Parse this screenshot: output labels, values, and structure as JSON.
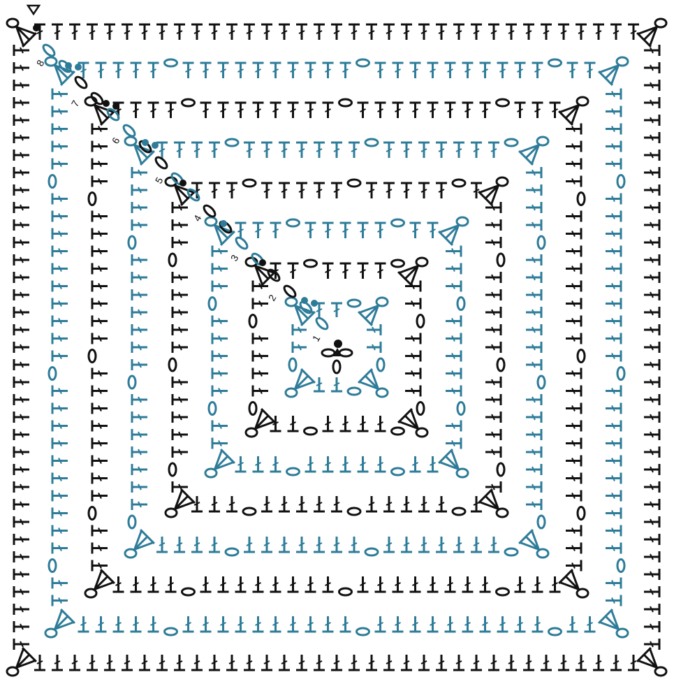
{
  "diagram": {
    "type": "crochet-granny-square-chart",
    "rounds": [
      {
        "label": "1",
        "color": "#2e7c99"
      },
      {
        "label": "2",
        "color": "#111111"
      },
      {
        "label": "3",
        "color": "#2e7c99"
      },
      {
        "label": "4",
        "color": "#111111"
      },
      {
        "label": "5",
        "color": "#111111"
      },
      {
        "label": "6",
        "color": "#2e7c99"
      },
      {
        "label": "7",
        "color": "#111111"
      },
      {
        "label": "8",
        "color": "#2e7c99"
      }
    ],
    "start_marker_symbol": "filled-triangle",
    "end_marker_symbol": "open-triangle",
    "stitch_symbols": [
      "double-crochet",
      "chain",
      "slip-stitch",
      "dc-cluster"
    ],
    "colors": {
      "dark": "#111111",
      "blue": "#2e7c99",
      "background": "#ffffff"
    }
  }
}
